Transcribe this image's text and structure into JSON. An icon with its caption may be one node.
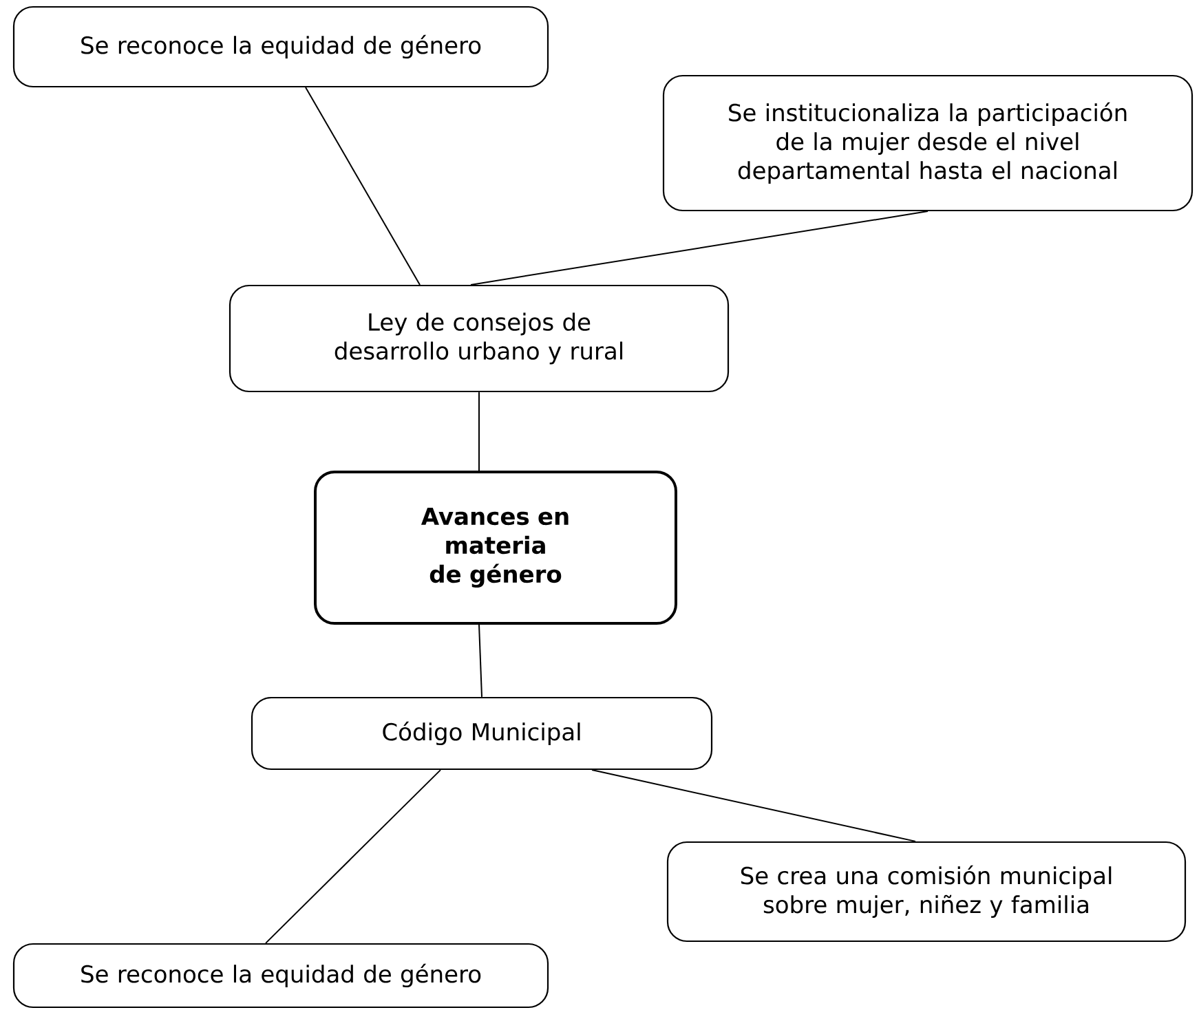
{
  "diagram": {
    "nodes": [
      {
        "text": [
          "Se reconoce la equidad de género"
        ]
      },
      {
        "text": [
          "Se institucionaliza la participación de la mujer desde el nivel departamental hasta el nacional"
        ]
      },
      {
        "text": [
          "Ley de consejos de desarrollo urbano y rural"
        ]
      },
      {
        "text": [
          "Avances en materia de género"
        ]
      },
      {
        "text": [
          "Código Municipal"
        ]
      },
      {
        "text": [
          "Se crea una comisión municipal sobre mujer, niñez y familia"
        ]
      },
      {
        "text": [
          "Se reconoce la equidad de género"
        ]
      }
    ],
    "edges": [
      {
        "from": 0,
        "to": 2,
        "arrow": "none"
      },
      {
        "from": 1,
        "to": 2,
        "arrow": "none"
      },
      {
        "from": 2,
        "to": 3,
        "arrow": "none"
      },
      {
        "from": 3,
        "to": 4,
        "arrow": "none"
      },
      {
        "from": 4,
        "to": 6,
        "arrow": "none"
      },
      {
        "from": 4,
        "to": 5,
        "arrow": "none"
      }
    ]
  }
}
